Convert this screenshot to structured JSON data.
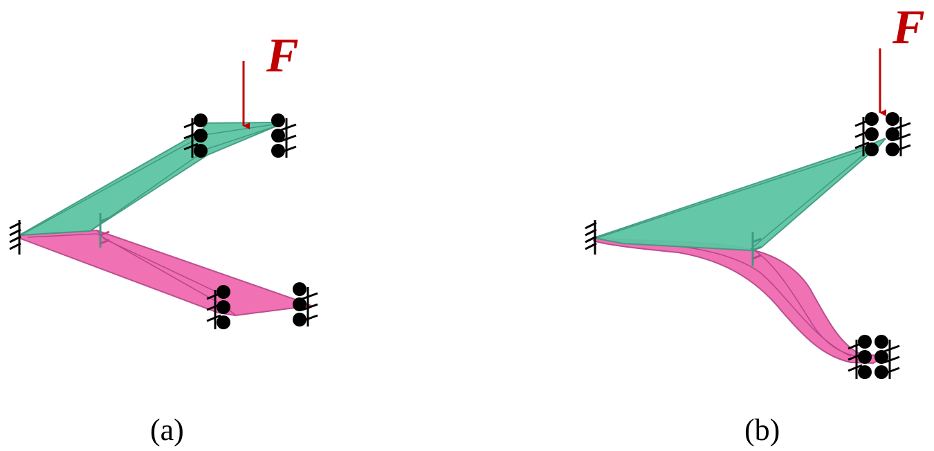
{
  "panels": [
    {
      "caption": "(a)",
      "force_label": "F"
    },
    {
      "caption": "(b)",
      "force_label": "F"
    }
  ],
  "colors": {
    "upper_member_fill": "#5cc6a4",
    "upper_member_edge": "#3f9a7f",
    "lower_member_fill": "#f06ab0",
    "lower_member_edge": "#b8458a",
    "force": "#c00000",
    "support": "#000000"
  },
  "icons": [
    "fixed-support-icon",
    "roller-support-icon",
    "force-arrow-icon"
  ]
}
